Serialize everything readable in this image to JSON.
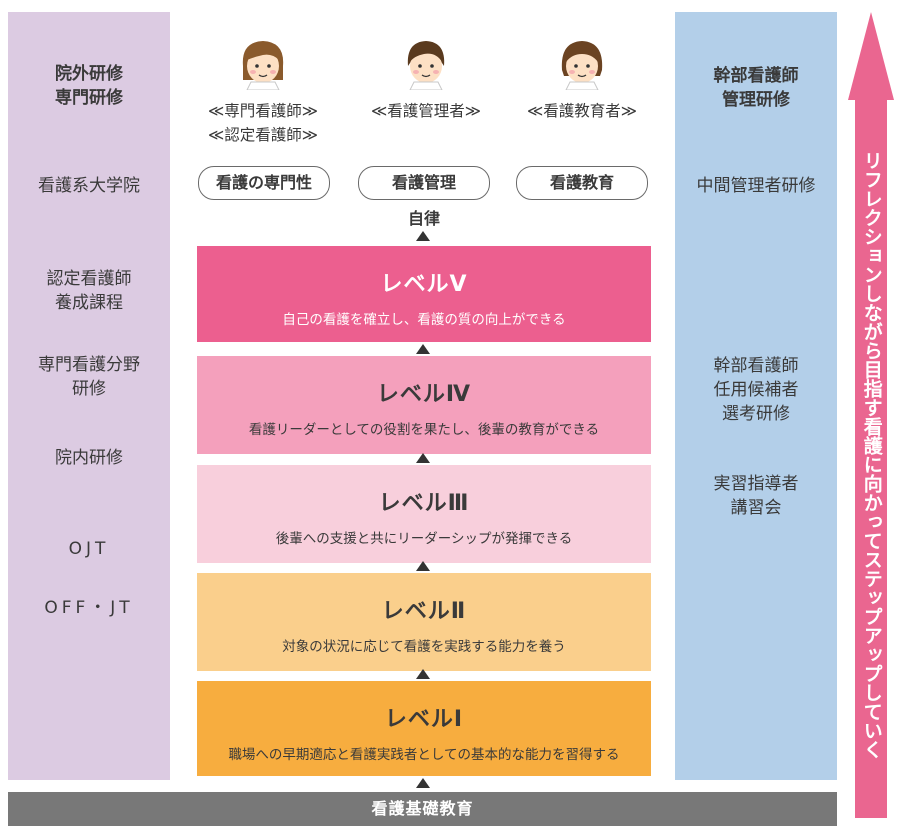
{
  "left_column": {
    "outside_title": "院外研修\n専門研修",
    "grad_school": "看護系大学院",
    "cert_course": "認定看護師\n養成課程",
    "specialty": "専門看護分野\n研修",
    "inhouse": "院内研修",
    "ojt": "OJT",
    "offjt": "OFF・JT"
  },
  "right_column": {
    "executive_training": "幹部看護師\n管理研修",
    "middle_manager": "中間管理者研修",
    "exec_candidate": "幹部看護師\n任用候補者\n選考研修",
    "instructor": "実習指導者\n講習会"
  },
  "roles": [
    {
      "label": "≪専門看護師≫\n≪認定看護師≫",
      "pill": "看護の専門性"
    },
    {
      "label": "≪看護管理者≫",
      "pill": "看護管理"
    },
    {
      "label": "≪看護教育者≫",
      "pill": "看護教育"
    }
  ],
  "autonomy": "自律",
  "levels": [
    {
      "title": "レベルⅤ",
      "desc": "自己の看護を確立し、看護の質の向上ができる",
      "color": "#ec5f8f",
      "text_color": "#ffffff"
    },
    {
      "title": "レベルⅣ",
      "desc": "看護リーダーとしての役割を果たし、後輩の教育ができる",
      "color": "#f4a0bc",
      "text_color": "#3a3a3a"
    },
    {
      "title": "レベルⅢ",
      "desc": "後輩への支援と共にリーダーシップが発揮できる",
      "color": "#f8cfdc",
      "text_color": "#3a3a3a"
    },
    {
      "title": "レベルⅡ",
      "desc": "対象の状況に応じて看護を実践する能力を養う",
      "color": "#facf8c",
      "text_color": "#3a3a3a"
    },
    {
      "title": "レベルⅠ",
      "desc": "職場への早期適応と看護実践者としての基本的な能力を習得する",
      "color": "#f7ad3f",
      "text_color": "#3a3a3a"
    }
  ],
  "base_label": "看護基礎教育",
  "arrow_label": "リフレクションしながら目指す看護に向かってステップアップしていく",
  "colors": {
    "left_panel": "#dccbe2",
    "right_panel": "#b3cfe9",
    "arrow": "#ea6690",
    "base": "#787878"
  }
}
